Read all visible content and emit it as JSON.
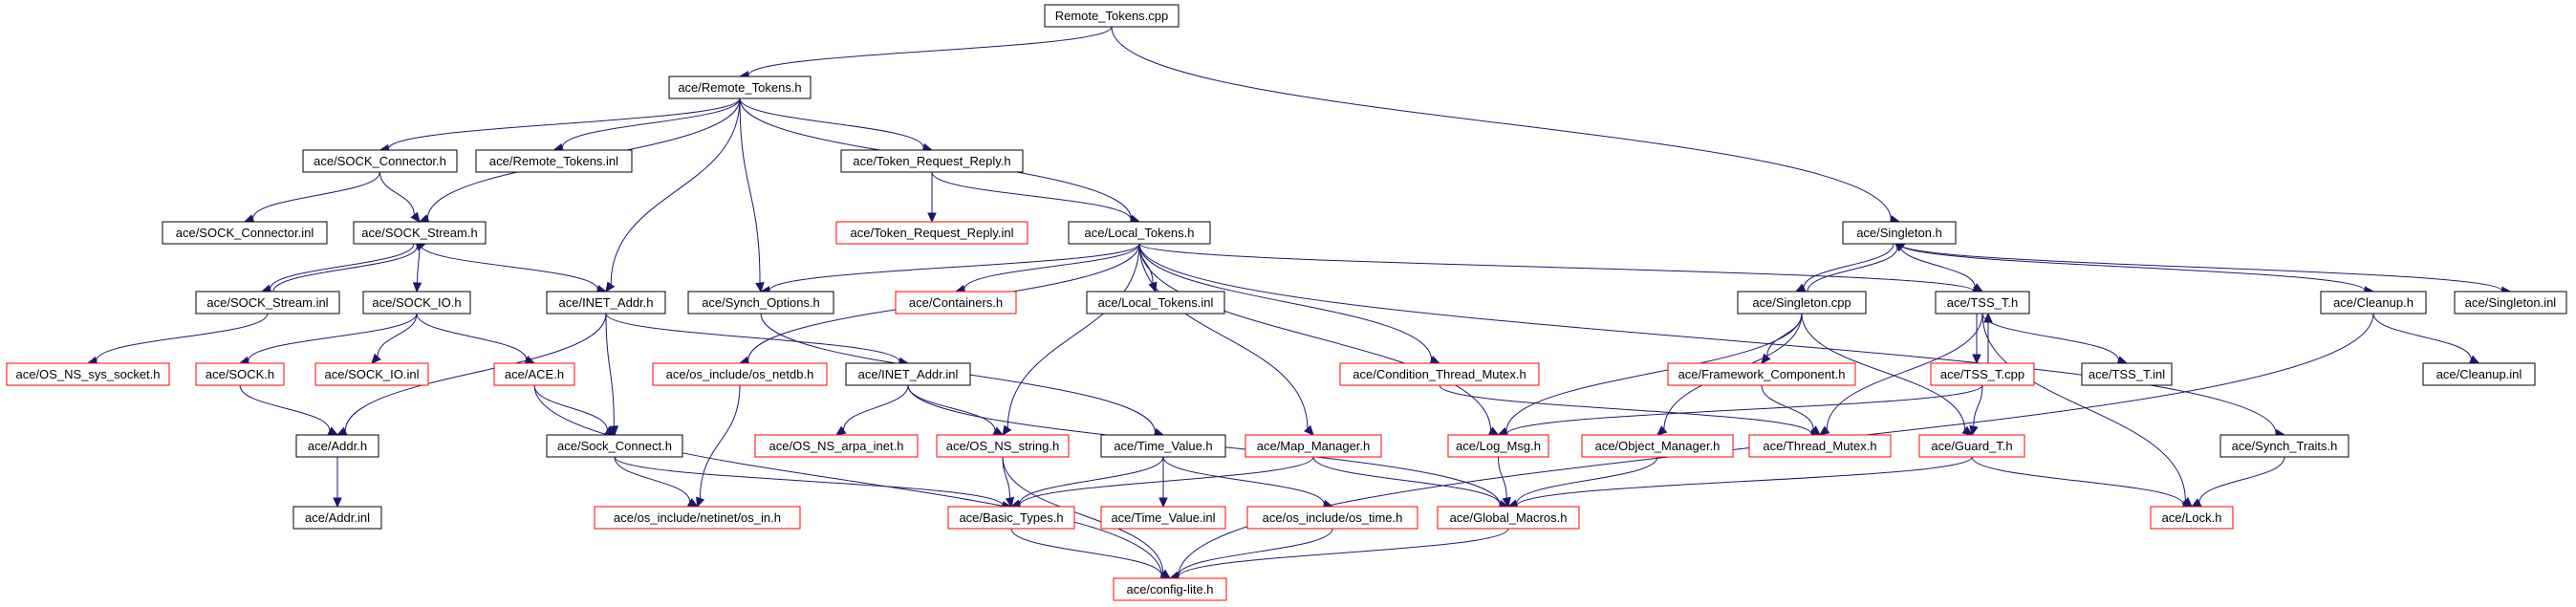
{
  "colors": {
    "edge": "#191970",
    "root_fill": "#bfbfbf",
    "documented_border": "#000000",
    "undocumented_border": "#ff0000"
  },
  "nodes": [
    {
      "id": "remote_tokens_cpp",
      "label": "Remote_Tokens.cpp",
      "style": "root"
    },
    {
      "id": "remote_tokens_h",
      "label": "ace/Remote_Tokens.h",
      "style": "black"
    },
    {
      "id": "sock_connector_h",
      "label": "ace/SOCK_Connector.h",
      "style": "black"
    },
    {
      "id": "remote_tokens_inl",
      "label": "ace/Remote_Tokens.inl",
      "style": "black"
    },
    {
      "id": "token_request_reply_h",
      "label": "ace/Token_Request_Reply.h",
      "style": "black"
    },
    {
      "id": "singleton_h",
      "label": "ace/Singleton.h",
      "style": "black"
    },
    {
      "id": "sock_connector_inl",
      "label": "ace/SOCK_Connector.inl",
      "style": "black"
    },
    {
      "id": "sock_stream_h",
      "label": "ace/SOCK_Stream.h",
      "style": "black"
    },
    {
      "id": "token_request_reply_inl",
      "label": "ace/Token_Request_Reply.inl",
      "style": "red"
    },
    {
      "id": "local_tokens_h",
      "label": "ace/Local_Tokens.h",
      "style": "black"
    },
    {
      "id": "sock_stream_inl",
      "label": "ace/SOCK_Stream.inl",
      "style": "black"
    },
    {
      "id": "sock_io_h",
      "label": "ace/SOCK_IO.h",
      "style": "black"
    },
    {
      "id": "inet_addr_h",
      "label": "ace/INET_Addr.h",
      "style": "black"
    },
    {
      "id": "synch_options_h",
      "label": "ace/Synch_Options.h",
      "style": "black"
    },
    {
      "id": "containers_h",
      "label": "ace/Containers.h",
      "style": "red"
    },
    {
      "id": "local_tokens_inl",
      "label": "ace/Local_Tokens.inl",
      "style": "black"
    },
    {
      "id": "singleton_cpp",
      "label": "ace/Singleton.cpp",
      "style": "black"
    },
    {
      "id": "tss_t_h",
      "label": "ace/TSS_T.h",
      "style": "black"
    },
    {
      "id": "cleanup_h",
      "label": "ace/Cleanup.h",
      "style": "black"
    },
    {
      "id": "singleton_inl",
      "label": "ace/Singleton.inl",
      "style": "black"
    },
    {
      "id": "os_ns_sys_socket_h",
      "label": "ace/OS_NS_sys_socket.h",
      "style": "red"
    },
    {
      "id": "sock_h",
      "label": "ace/SOCK.h",
      "style": "red"
    },
    {
      "id": "sock_io_inl",
      "label": "ace/SOCK_IO.inl",
      "style": "red"
    },
    {
      "id": "ace_h",
      "label": "ace/ACE.h",
      "style": "red"
    },
    {
      "id": "os_netdb_h",
      "label": "ace/os_include/os_netdb.h",
      "style": "red"
    },
    {
      "id": "inet_addr_inl",
      "label": "ace/INET_Addr.inl",
      "style": "black"
    },
    {
      "id": "condition_thread_mutex_h",
      "label": "ace/Condition_Thread_Mutex.h",
      "style": "red"
    },
    {
      "id": "framework_component_h",
      "label": "ace/Framework_Component.h",
      "style": "red"
    },
    {
      "id": "tss_t_cpp",
      "label": "ace/TSS_T.cpp",
      "style": "red"
    },
    {
      "id": "tss_t_inl",
      "label": "ace/TSS_T.inl",
      "style": "black"
    },
    {
      "id": "cleanup_inl",
      "label": "ace/Cleanup.inl",
      "style": "black"
    },
    {
      "id": "addr_h",
      "label": "ace/Addr.h",
      "style": "black"
    },
    {
      "id": "sock_connect_h",
      "label": "ace/Sock_Connect.h",
      "style": "black"
    },
    {
      "id": "os_ns_arpa_inet_h",
      "label": "ace/OS_NS_arpa_inet.h",
      "style": "red"
    },
    {
      "id": "os_ns_string_h",
      "label": "ace/OS_NS_string.h",
      "style": "red"
    },
    {
      "id": "time_value_h",
      "label": "ace/Time_Value.h",
      "style": "black"
    },
    {
      "id": "map_manager_h",
      "label": "ace/Map_Manager.h",
      "style": "red"
    },
    {
      "id": "log_msg_h",
      "label": "ace/Log_Msg.h",
      "style": "red"
    },
    {
      "id": "object_manager_h",
      "label": "ace/Object_Manager.h",
      "style": "red"
    },
    {
      "id": "thread_mutex_h",
      "label": "ace/Thread_Mutex.h",
      "style": "red"
    },
    {
      "id": "guard_t_h",
      "label": "ace/Guard_T.h",
      "style": "red"
    },
    {
      "id": "synch_traits_h",
      "label": "ace/Synch_Traits.h",
      "style": "black"
    },
    {
      "id": "addr_inl",
      "label": "ace/Addr.inl",
      "style": "black"
    },
    {
      "id": "os_in_h",
      "label": "ace/os_include/netinet/os_in.h",
      "style": "red"
    },
    {
      "id": "basic_types_h",
      "label": "ace/Basic_Types.h",
      "style": "red"
    },
    {
      "id": "time_value_inl",
      "label": "ace/Time_Value.inl",
      "style": "red"
    },
    {
      "id": "os_time_h",
      "label": "ace/os_include/os_time.h",
      "style": "red"
    },
    {
      "id": "global_macros_h",
      "label": "ace/Global_Macros.h",
      "style": "red"
    },
    {
      "id": "lock_h",
      "label": "ace/Lock.h",
      "style": "red"
    },
    {
      "id": "config_lite_h",
      "label": "ace/config-lite.h",
      "style": "red"
    }
  ],
  "edges": [
    [
      "remote_tokens_cpp",
      "remote_tokens_h"
    ],
    [
      "remote_tokens_cpp",
      "singleton_h"
    ],
    [
      "remote_tokens_h",
      "sock_connector_h"
    ],
    [
      "remote_tokens_h",
      "remote_tokens_inl"
    ],
    [
      "remote_tokens_h",
      "token_request_reply_h"
    ],
    [
      "remote_tokens_h",
      "local_tokens_h"
    ],
    [
      "remote_tokens_h",
      "sock_stream_h"
    ],
    [
      "remote_tokens_h",
      "inet_addr_h"
    ],
    [
      "remote_tokens_h",
      "synch_options_h"
    ],
    [
      "sock_connector_h",
      "sock_connector_inl"
    ],
    [
      "sock_connector_h",
      "sock_stream_h"
    ],
    [
      "token_request_reply_h",
      "token_request_reply_inl"
    ],
    [
      "token_request_reply_h",
      "local_tokens_h"
    ],
    [
      "sock_stream_h",
      "sock_stream_inl"
    ],
    [
      "sock_stream_inl",
      "sock_stream_h"
    ],
    [
      "sock_stream_h",
      "sock_io_h"
    ],
    [
      "sock_stream_h",
      "inet_addr_h"
    ],
    [
      "sock_stream_inl",
      "os_ns_sys_socket_h"
    ],
    [
      "sock_io_h",
      "sock_h"
    ],
    [
      "sock_io_h",
      "sock_io_inl"
    ],
    [
      "sock_io_h",
      "ace_h"
    ],
    [
      "sock_h",
      "addr_h"
    ],
    [
      "inet_addr_h",
      "addr_h"
    ],
    [
      "inet_addr_h",
      "sock_connect_h"
    ],
    [
      "inet_addr_h",
      "inet_addr_inl"
    ],
    [
      "ace_h",
      "sock_connect_h"
    ],
    [
      "ace_h",
      "config_lite_h"
    ],
    [
      "addr_h",
      "addr_inl"
    ],
    [
      "sock_connect_h",
      "os_in_h"
    ],
    [
      "sock_connect_h",
      "basic_types_h"
    ],
    [
      "os_netdb_h",
      "os_in_h"
    ],
    [
      "inet_addr_inl",
      "os_ns_arpa_inet_h"
    ],
    [
      "inet_addr_inl",
      "os_ns_string_h"
    ],
    [
      "inet_addr_inl",
      "global_macros_h"
    ],
    [
      "local_tokens_h",
      "synch_options_h"
    ],
    [
      "local_tokens_h",
      "containers_h"
    ],
    [
      "local_tokens_h",
      "local_tokens_inl"
    ],
    [
      "local_tokens_h",
      "os_netdb_h"
    ],
    [
      "local_tokens_h",
      "os_ns_string_h"
    ],
    [
      "local_tokens_h",
      "map_manager_h"
    ],
    [
      "local_tokens_h",
      "log_msg_h"
    ],
    [
      "local_tokens_h",
      "condition_thread_mutex_h"
    ],
    [
      "local_tokens_h",
      "tss_t_h"
    ],
    [
      "local_tokens_h",
      "synch_traits_h"
    ],
    [
      "synch_options_h",
      "time_value_h"
    ],
    [
      "time_value_h",
      "basic_types_h"
    ],
    [
      "time_value_h",
      "time_value_inl"
    ],
    [
      "time_value_h",
      "os_time_h"
    ],
    [
      "os_ns_string_h",
      "basic_types_h"
    ],
    [
      "os_ns_string_h",
      "config_lite_h"
    ],
    [
      "map_manager_h",
      "basic_types_h"
    ],
    [
      "map_manager_h",
      "global_macros_h"
    ],
    [
      "basic_types_h",
      "config_lite_h"
    ],
    [
      "os_time_h",
      "config_lite_h"
    ],
    [
      "global_macros_h",
      "config_lite_h"
    ],
    [
      "log_msg_h",
      "global_macros_h"
    ],
    [
      "condition_thread_mutex_h",
      "thread_mutex_h"
    ],
    [
      "singleton_h",
      "singleton_cpp"
    ],
    [
      "singleton_cpp",
      "singleton_h"
    ],
    [
      "singleton_h",
      "tss_t_h"
    ],
    [
      "singleton_h",
      "cleanup_h"
    ],
    [
      "singleton_h",
      "singleton_inl"
    ],
    [
      "singleton_cpp",
      "framework_component_h"
    ],
    [
      "singleton_cpp",
      "object_manager_h"
    ],
    [
      "singleton_cpp",
      "log_msg_h"
    ],
    [
      "singleton_cpp",
      "guard_t_h"
    ],
    [
      "framework_component_h",
      "thread_mutex_h"
    ],
    [
      "object_manager_h",
      "global_macros_h"
    ],
    [
      "tss_t_h",
      "tss_t_cpp"
    ],
    [
      "tss_t_cpp",
      "tss_t_h"
    ],
    [
      "tss_t_h",
      "tss_t_inl"
    ],
    [
      "tss_t_h",
      "thread_mutex_h"
    ],
    [
      "tss_t_h",
      "lock_h"
    ],
    [
      "tss_t_cpp",
      "log_msg_h"
    ],
    [
      "tss_t_cpp",
      "guard_t_h"
    ],
    [
      "guard_t_h",
      "global_macros_h"
    ],
    [
      "guard_t_h",
      "lock_h"
    ],
    [
      "synch_traits_h",
      "lock_h"
    ],
    [
      "cleanup_h",
      "cleanup_inl"
    ],
    [
      "cleanup_h",
      "config_lite_h"
    ]
  ]
}
